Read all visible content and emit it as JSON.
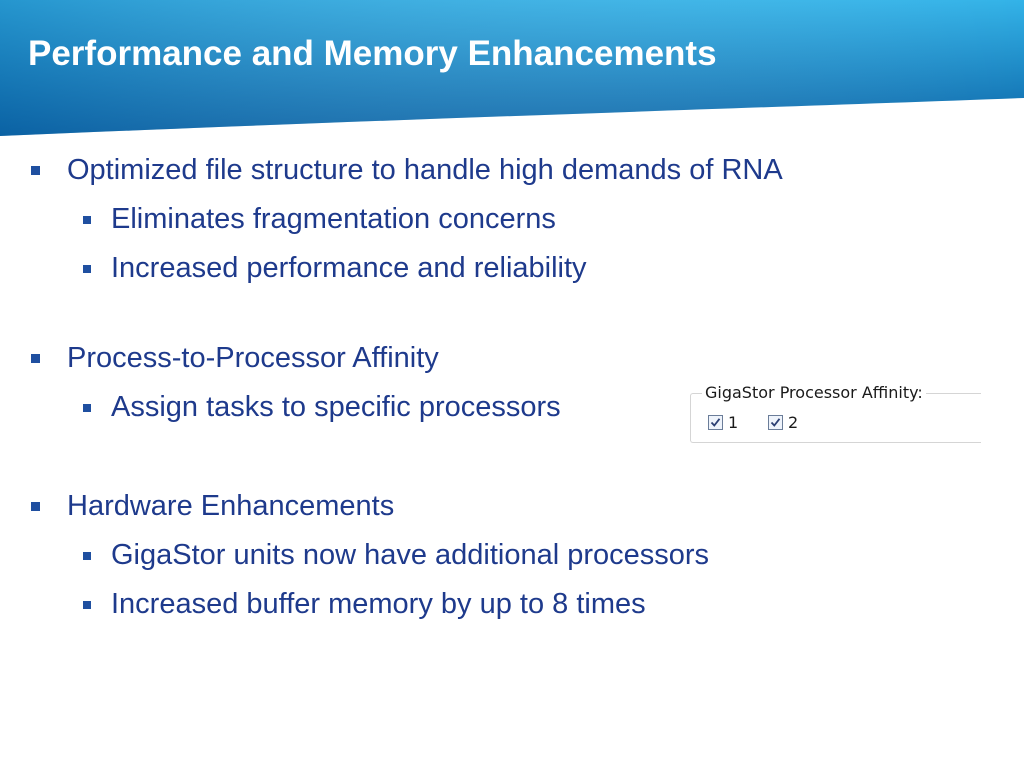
{
  "slide": {
    "title": "Performance and Memory Enhancements",
    "bullets": [
      {
        "text": "Optimized file structure to handle high demands of RNA",
        "subs": [
          "Eliminates fragmentation concerns",
          "Increased performance and reliability"
        ]
      },
      {
        "text": "Process-to-Processor Affinity",
        "subs": [
          "Assign tasks to specific processors"
        ]
      },
      {
        "text": "Hardware Enhancements",
        "subs": [
          "GigaStor units now have additional processors",
          "Increased buffer memory by up to 8 times"
        ]
      }
    ]
  },
  "affinity_panel": {
    "legend": "GigaStor Processor Affinity:",
    "checkboxes": [
      {
        "label": "1",
        "checked": true
      },
      {
        "label": "2",
        "checked": true
      }
    ]
  },
  "colors": {
    "header_top": "#33b3e8",
    "header_bottom": "#0a63a6",
    "text": "#1e3a8c",
    "bullet": "#1f4fa0"
  }
}
